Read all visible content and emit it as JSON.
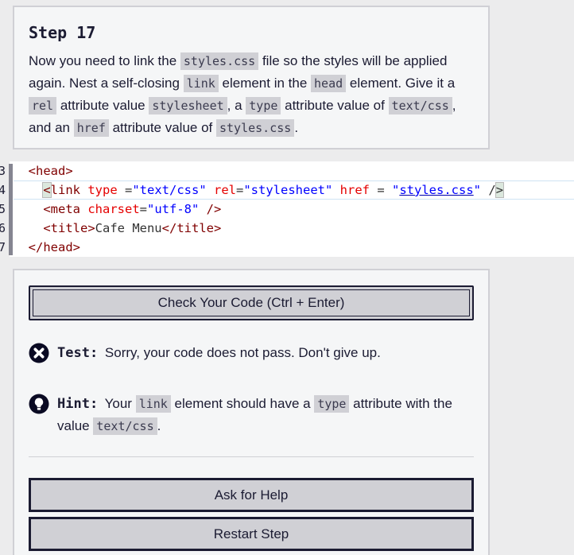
{
  "description": {
    "title": "Step 17",
    "segments": [
      {
        "t": "text",
        "v": "Now you need to link the "
      },
      {
        "t": "code",
        "v": "styles.css"
      },
      {
        "t": "text",
        "v": " file so the styles will be applied again. Nest a self-closing "
      },
      {
        "t": "code",
        "v": "link"
      },
      {
        "t": "text",
        "v": " element in the "
      },
      {
        "t": "code",
        "v": "head"
      },
      {
        "t": "text",
        "v": " element. Give it a "
      },
      {
        "t": "code",
        "v": "rel"
      },
      {
        "t": "text",
        "v": " attribute value "
      },
      {
        "t": "code",
        "v": "stylesheet"
      },
      {
        "t": "text",
        "v": ", a "
      },
      {
        "t": "code",
        "v": "type"
      },
      {
        "t": "text",
        "v": " attribute value of "
      },
      {
        "t": "code",
        "v": "text/css"
      },
      {
        "t": "text",
        "v": ", and an "
      },
      {
        "t": "code",
        "v": "href"
      },
      {
        "t": "text",
        "v": " attribute value of "
      },
      {
        "t": "code",
        "v": "styles.css"
      },
      {
        "t": "text",
        "v": "."
      }
    ]
  },
  "editor": {
    "line_numbers": [
      "3",
      "4",
      "5",
      "6",
      "7"
    ],
    "lines": [
      {
        "indent": "  ",
        "tokens": [
          {
            "c": "tag",
            "v": "<head>"
          }
        ]
      },
      {
        "indent": "    ",
        "active": true,
        "tokens": [
          {
            "c": "tag bracket-match",
            "v": "<"
          },
          {
            "c": "tag",
            "v": "link "
          },
          {
            "c": "attr",
            "v": "type"
          },
          {
            "c": "plain",
            "v": " ="
          },
          {
            "c": "val",
            "v": "\"text/css\" "
          },
          {
            "c": "attr",
            "v": "rel"
          },
          {
            "c": "plain",
            "v": "="
          },
          {
            "c": "val",
            "v": "\"stylesheet\" "
          },
          {
            "c": "attr",
            "v": "href"
          },
          {
            "c": "plain",
            "v": " = "
          },
          {
            "c": "val",
            "v": "\""
          },
          {
            "c": "val-link",
            "v": "styles.css"
          },
          {
            "c": "val",
            "v": "\" "
          },
          {
            "c": "plain",
            "v": "/"
          },
          {
            "c": "plain bracket-match",
            "v": ">"
          }
        ]
      },
      {
        "indent": "    ",
        "tokens": [
          {
            "c": "tag",
            "v": "<meta "
          },
          {
            "c": "attr",
            "v": "charset"
          },
          {
            "c": "plain",
            "v": "="
          },
          {
            "c": "val",
            "v": "\"utf-8\" "
          },
          {
            "c": "tag",
            "v": "/>"
          }
        ]
      },
      {
        "indent": "    ",
        "tokens": [
          {
            "c": "tag",
            "v": "<title>"
          },
          {
            "c": "plain",
            "v": "Cafe Menu"
          },
          {
            "c": "tag",
            "v": "</title>"
          }
        ]
      },
      {
        "indent": "  ",
        "tokens": [
          {
            "c": "tag",
            "v": "</head>"
          }
        ]
      }
    ]
  },
  "results": {
    "check_button": "Check Your Code (Ctrl + Enter)",
    "test": {
      "icon": "x-circle-icon",
      "label": "Test:",
      "message": "Sorry, your code does not pass. Don't give up."
    },
    "hint": {
      "icon": "lightbulb-icon",
      "label": "Hint:",
      "segments": [
        {
          "t": "text",
          "v": "Your "
        },
        {
          "t": "code",
          "v": "link"
        },
        {
          "t": "text",
          "v": " element should have a "
        },
        {
          "t": "code",
          "v": "type"
        },
        {
          "t": "text",
          "v": " attribute with the value "
        },
        {
          "t": "code",
          "v": "text/css"
        },
        {
          "t": "text",
          "v": "."
        }
      ]
    },
    "help_button": "Ask for Help",
    "restart_button": "Restart Step"
  }
}
